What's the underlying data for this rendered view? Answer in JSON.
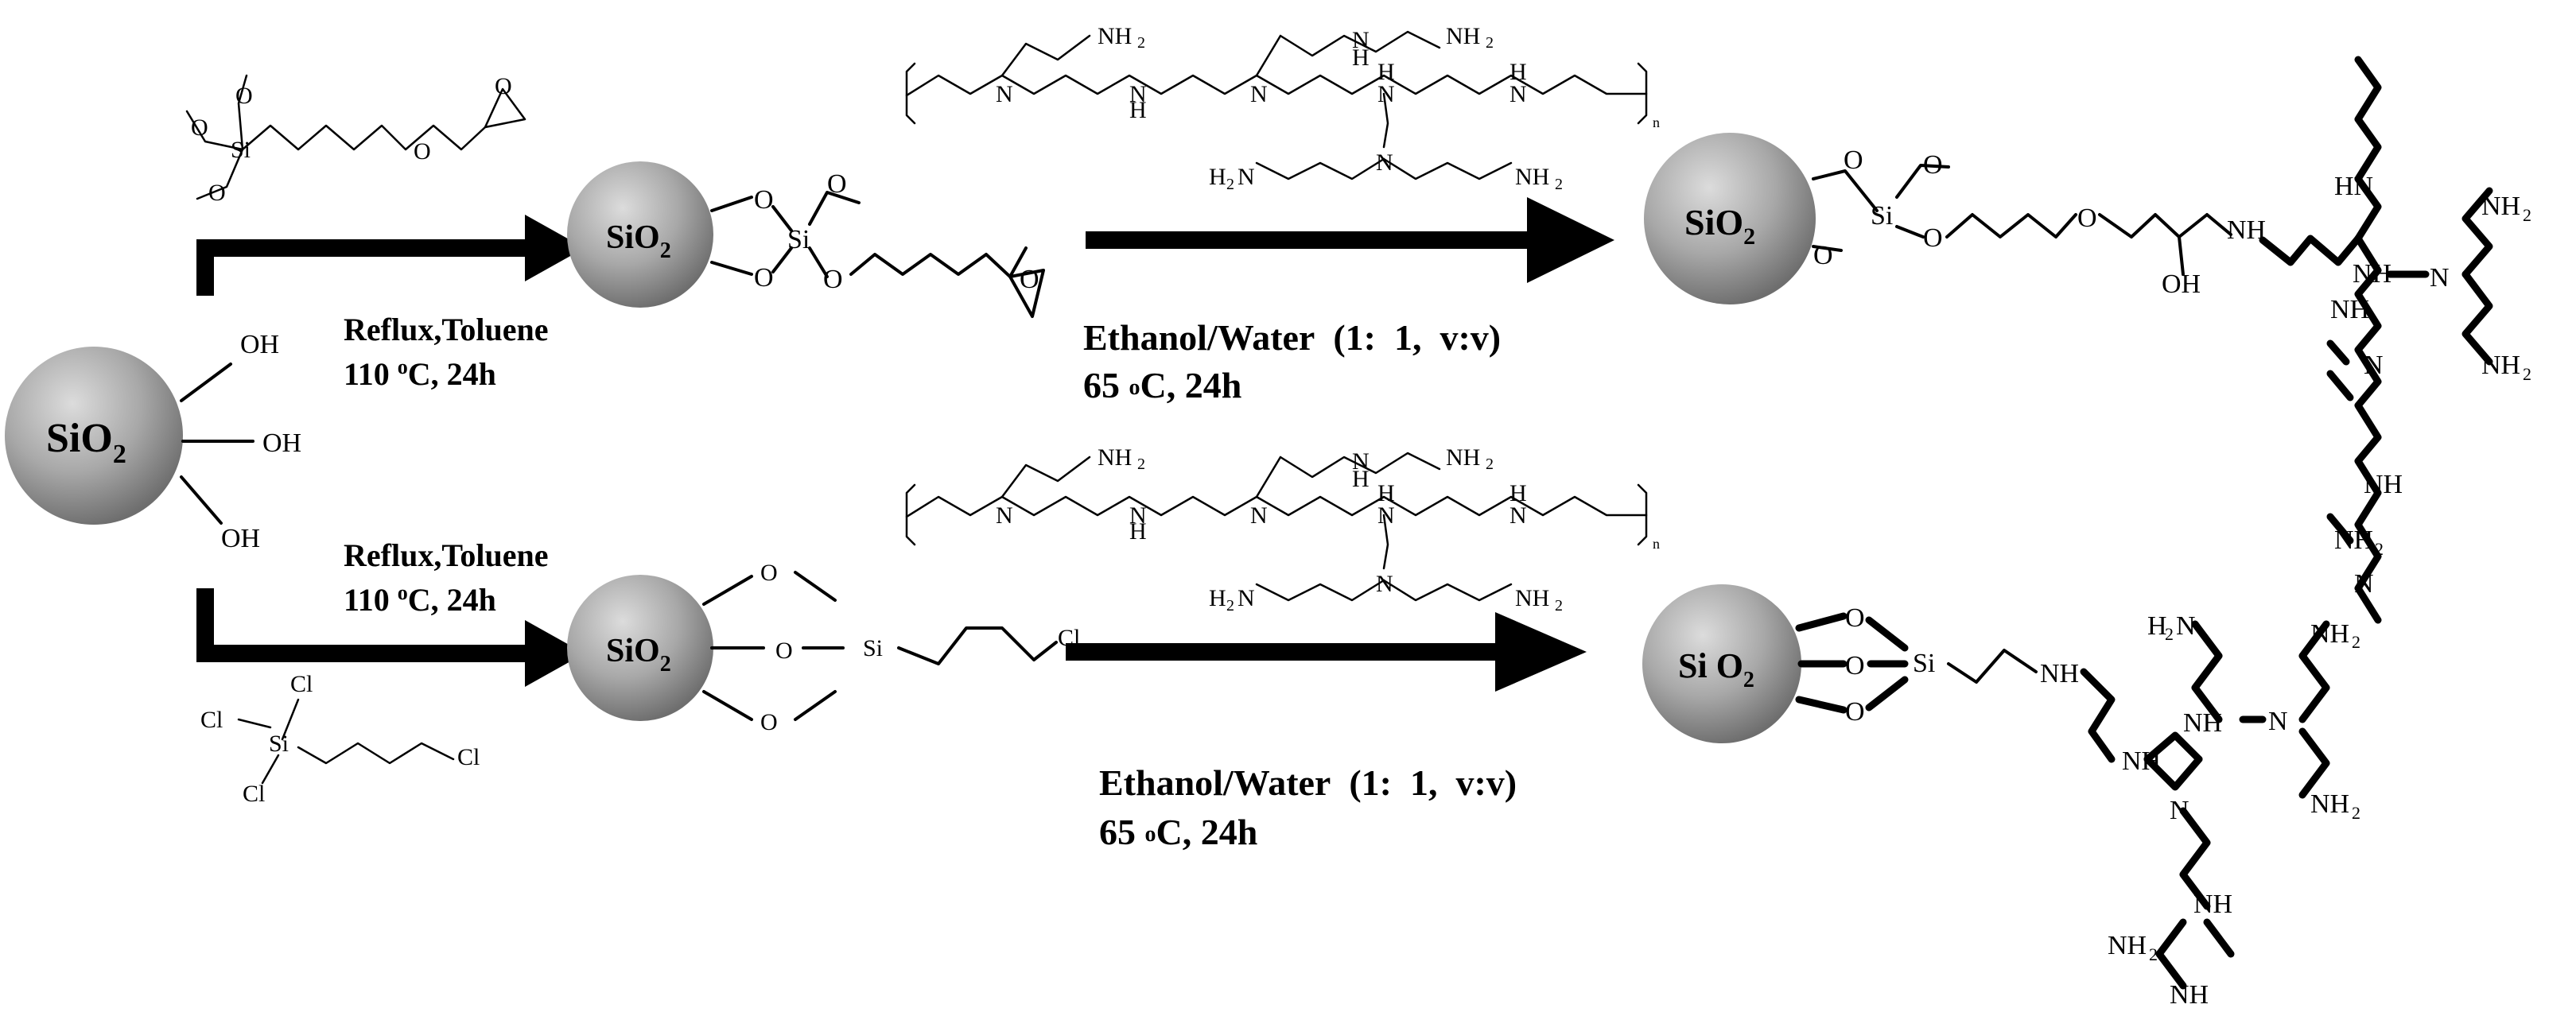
{
  "particles": {
    "sio2": "SiO",
    "sio2_sub": "2",
    "sio2_spaced": "Si O"
  },
  "atoms": {
    "oh": "OH",
    "o": "O",
    "si": "Si",
    "cl": "Cl",
    "n": "N",
    "nh": "NH",
    "hn": "HN",
    "h": "H",
    "nh2_n": "NH",
    "h2n_h": "H",
    "h2n_n": "N",
    "sub2": "2",
    "n_sub": "n"
  },
  "conditions": {
    "top_step1_line1": "Reflux,Toluene",
    "top_step1_line2_a": "110 ",
    "top_step1_line2_sup": "o",
    "top_step1_line2_b": "C, 24h",
    "top_step2_line1": "Ethanol/Water  (1:  1,  v:v)",
    "top_step2_line2_a": "65 ",
    "top_step2_line2_sup": "o",
    "top_step2_line2_b": "C, 24h",
    "bottom_step1_line1": "Reflux,Toluene",
    "bottom_step1_line2_a": "110 ",
    "bottom_step1_line2_sup": "o",
    "bottom_step1_line2_b": "C, 24h",
    "bottom_step2_line1": "Ethanol/Water  (1:  1,  v:v)",
    "bottom_step2_line2_a": "65 ",
    "bottom_step2_line2_sup": "o",
    "bottom_step2_line2_b": "C, 24h"
  }
}
